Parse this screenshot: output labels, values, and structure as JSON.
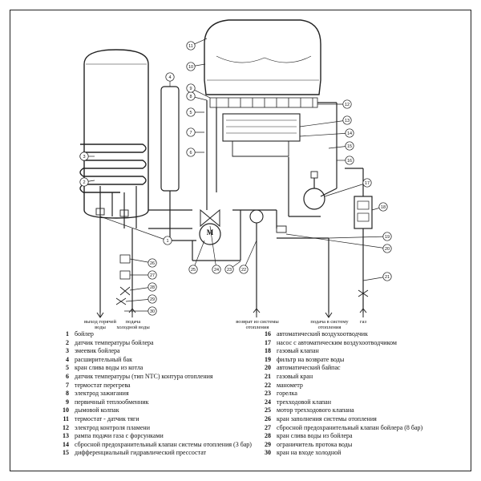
{
  "labels": {
    "hot_water_out": "выход горячей воды",
    "cold_water_in": "подача холодной воды",
    "heating_return": "возврат из системы отопления",
    "heating_supply": "подача в систему отопления",
    "gas": "газ",
    "motor": "M"
  },
  "legend": [
    {
      "n": "1",
      "text": "бойлер"
    },
    {
      "n": "2",
      "text": "датчик температуры бойлера"
    },
    {
      "n": "3",
      "text": "змеевик бойлера"
    },
    {
      "n": "4",
      "text": "расширительный бак"
    },
    {
      "n": "5",
      "text": "кран слива воды из котла"
    },
    {
      "n": "6",
      "text": "датчик температуры (тип NTC) контура отопления"
    },
    {
      "n": "7",
      "text": "термостат перегрева"
    },
    {
      "n": "8",
      "text": "электрод зажигания"
    },
    {
      "n": "9",
      "text": "первичный теплообменник"
    },
    {
      "n": "10",
      "text": "дымовой колпак"
    },
    {
      "n": "11",
      "text": "термостат - датчик тяги"
    },
    {
      "n": "12",
      "text": "электрод контроля пламени"
    },
    {
      "n": "13",
      "text": "рампа подачи газа с форсунками"
    },
    {
      "n": "14",
      "text": "сбросной предохранительный клапан системы  отопления (3 бар)"
    },
    {
      "n": "15",
      "text": "дифференциальный гидравлический прессостат"
    },
    {
      "n": "16",
      "text": "автоматический воздухоотводчик"
    },
    {
      "n": "17",
      "text": "насос с автоматическим воздухоотводчиком"
    },
    {
      "n": "18",
      "text": "газовый клапан"
    },
    {
      "n": "19",
      "text": "фильтр на возврате воды"
    },
    {
      "n": "20",
      "text": "автоматический байпас"
    },
    {
      "n": "21",
      "text": "газовый кран"
    },
    {
      "n": "22",
      "text": "манометр"
    },
    {
      "n": "23",
      "text": "горелка"
    },
    {
      "n": "24",
      "text": "трехходовой клапан"
    },
    {
      "n": "25",
      "text": "мотор трехходового клапана"
    },
    {
      "n": "26",
      "text": "кран заполнения системы отопления"
    },
    {
      "n": "27",
      "text": "сбросной предохранительный клапан бойлера (8  бар)"
    },
    {
      "n": "28",
      "text": "кран слива воды из бойлера"
    },
    {
      "n": "29",
      "text": "ограничитель протока воды"
    },
    {
      "n": "30",
      "text": "кран на входе холодной"
    }
  ],
  "callouts": [
    "1",
    "2",
    "3",
    "4",
    "5",
    "6",
    "7",
    "8",
    "9",
    "10",
    "11",
    "12",
    "13",
    "14",
    "15",
    "16",
    "17",
    "18",
    "19",
    "20",
    "21",
    "22",
    "23",
    "24",
    "25",
    "26",
    "27",
    "28",
    "29",
    "30"
  ]
}
